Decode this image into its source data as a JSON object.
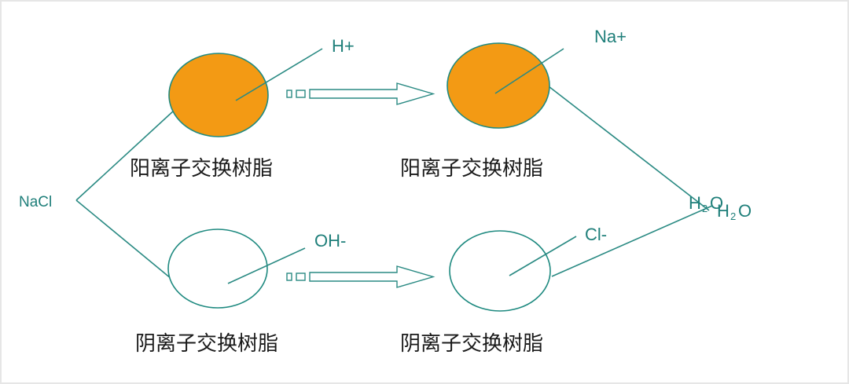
{
  "colors": {
    "line": "#2a8a83",
    "cation_fill": "#f39a14",
    "cation_stroke": "#1f8a80",
    "anion_fill": "#ffffff",
    "text_teal": "#1f7f7a",
    "text_dark": "#1a1a1a"
  },
  "labels": {
    "nacl": "NaCl",
    "cation_resin_1": "阳离子交换树脂",
    "cation_resin_2": "阳离子交换树脂",
    "anion_resin_1": "阴离子交换树脂",
    "anion_resin_2": "阴离子交换树脂",
    "h_plus": "H+",
    "na_plus": "Na+",
    "oh_minus": "OH-",
    "cl_minus": "Cl-",
    "h2o_a_h": "H",
    "h2o_a_2": "2",
    "h2o_a_o": "O",
    "h2o_b_h": "H",
    "h2o_b_2": "2",
    "h2o_b_o": "O"
  }
}
